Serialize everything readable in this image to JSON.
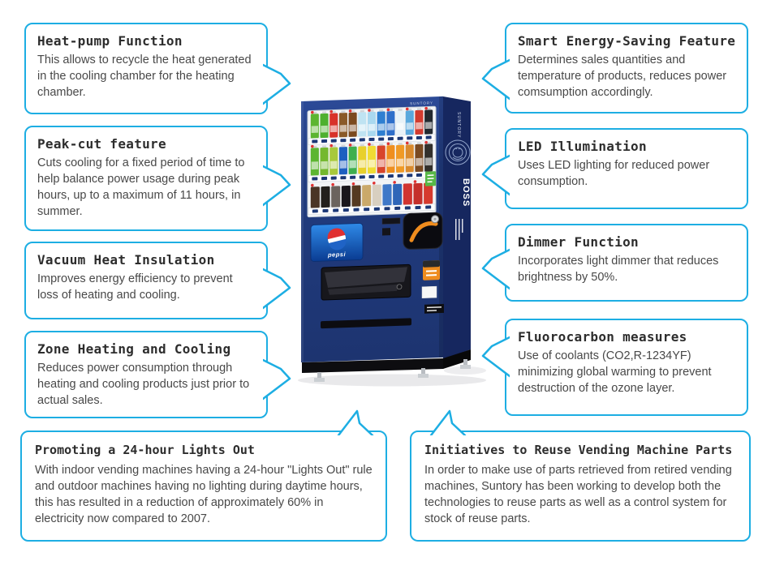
{
  "style": {
    "accent": "#1daee3",
    "title_color": "#2d2d2d",
    "body_color": "#484848",
    "background": "#ffffff"
  },
  "callouts": [
    {
      "id": "heat-pump",
      "title": "Heat-pump Function",
      "body": "This allows to recycle the heat generated in the cooling chamber for the heating chamber."
    },
    {
      "id": "peak-cut",
      "title": "Peak-cut feature",
      "body": "Cuts cooling for a fixed period of time to help balance power usage during peak hours, up to a maximum of 11 hours, in summer."
    },
    {
      "id": "vacuum-insulation",
      "title": "Vacuum Heat Insulation",
      "body": "Improves energy efficiency to prevent loss of heating and cooling."
    },
    {
      "id": "zone-heating-cooling",
      "title": "Zone Heating and Cooling",
      "body": "Reduces power consumption through heating and cooling products just prior to actual sales."
    },
    {
      "id": "smart-energy-saving",
      "title": "Smart Energy-Saving Feature",
      "body": "Determines sales quantities and temperature of products, reduces power comsumption accordingly."
    },
    {
      "id": "led-illumination",
      "title": "LED Illumination",
      "body": "Uses LED lighting for reduced power consumption."
    },
    {
      "id": "dimmer-function",
      "title": "Dimmer Function",
      "body": "Incorporates light dimmer that reduces brightness by 50%."
    },
    {
      "id": "fluorocarbon-measures",
      "title": "Fluorocarbon measures",
      "body": "Use of coolants (CO2,R-1234YF) minimizing global warming to prevent destruction of the ozone layer."
    },
    {
      "id": "lights-out",
      "title": "Promoting a 24-hour Lights Out",
      "body": "With indoor vending machines having a 24-hour \"Lights Out\" rule and outdoor machines having no lighting during daytime hours, this has resulted in a reduction of approximately 60% in electricity now compared to 2007."
    },
    {
      "id": "reuse-parts",
      "title": "Initiatives to Reuse Vending Machine Parts",
      "body": "In order to make use of parts retrieved from retired vending machines, Suntory has been working to develop both the technologies to reuse parts as well as a control system for stock of reuse parts."
    }
  ],
  "machine": {
    "side_brand": "SUNTORY",
    "front_brand": "SUNTORY",
    "emblem_brand": "BOSS",
    "panel_brand": "pepsi",
    "colors": {
      "body_top": "#2c4a97",
      "body": "#213c80",
      "side": "#16275f",
      "base": "#0d0d10",
      "shelf_button": "#1c3876",
      "eco_label": "#57b847",
      "panel_top": "#2f8ae8",
      "panel_bottom": "#0a3c92",
      "coin_accent": "#ef8c1e",
      "price_tag": "#e03232"
    },
    "shelves": [
      {
        "bottle_colors": [
          "#5cb531",
          "#4db02f",
          "#d8322a",
          "#8a5a28",
          "#7b4a1f",
          "#bfe3f2",
          "#a9d8ef",
          "#2f7fd1",
          "#2f6fca",
          "#e8f2f8",
          "#5aa8dd",
          "#d23b2f",
          "#23292f"
        ]
      },
      {
        "bottle_colors": [
          "#5cb531",
          "#74b82e",
          "#a8c93b",
          "#1e5fc0",
          "#3faf4e",
          "#e8d02c",
          "#f0dc35",
          "#d8452b",
          "#ef8f1f",
          "#f09a26",
          "#d98a2e",
          "#7a4a22",
          "#33302c"
        ]
      },
      {
        "bottle_colors": [
          "#4a3526",
          "#23201c",
          "#6b645e",
          "#1a171c",
          "#553a22",
          "#caa96a",
          "#d8cfc0",
          "#3f78c8",
          "#2f66b8",
          "#d13430",
          "#c5302c",
          "#d63a2e"
        ]
      }
    ]
  }
}
